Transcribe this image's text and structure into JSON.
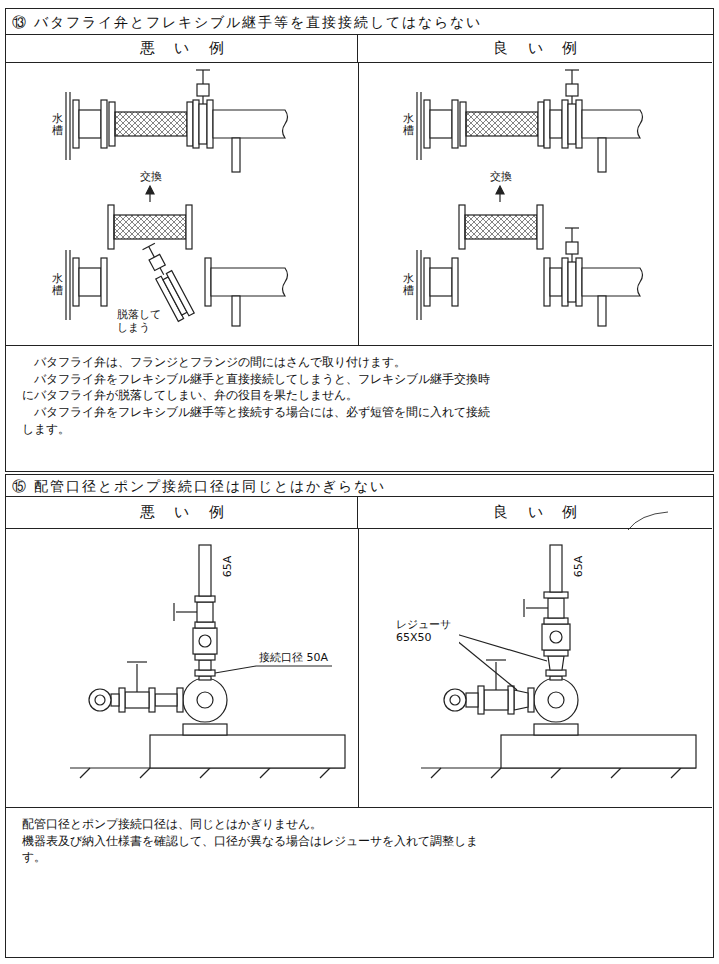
{
  "diagram": {
    "nodes": [
      {
        "text": [
          "⑬ バタフライ弁とフレキシブル継手等を直接接続してはならない"
        ]
      },
      {
        "text": [
          "悪い例"
        ],
        "in": 0
      },
      {
        "text": [
          "良い例"
        ],
        "in": 0
      },
      {
        "text": [
          "バタフライ弁は、フランジとフランジの間にはさんで取り付けます。",
          "バタフライ弁をフレキシブル継手と直接接続してしまうと、フレキシブル継手交換時にバタフライ弁が脱落してしまい、弁の役目を果たしません。",
          "バタフライ弁をフレキシブル継手等と接続する場合には、必ず短管を間に入れて接続します。"
        ],
        "in": 0
      },
      {
        "text": [
          "⑮ 配管口径とポンプ接続口径は同じとはかぎらない"
        ]
      },
      {
        "text": [
          "悪い例"
        ],
        "in": 4
      },
      {
        "text": [
          "良い例"
        ],
        "in": 4
      },
      {
        "text": [
          "配管口径とポンプ接続口径は、同じとはかぎりません。",
          "機器表及び納入仕様書を確認して、口径が異なる場合はレジューサを入れて調整します。"
        ],
        "in": 4
      }
    ],
    "labels": [
      "水槽",
      "交換",
      "水槽",
      "脱落してしまう",
      "水槽",
      "交換",
      "水槽",
      "65A",
      "接続口径 50A",
      "65A",
      "レジューサ 65X50"
    ]
  }
}
